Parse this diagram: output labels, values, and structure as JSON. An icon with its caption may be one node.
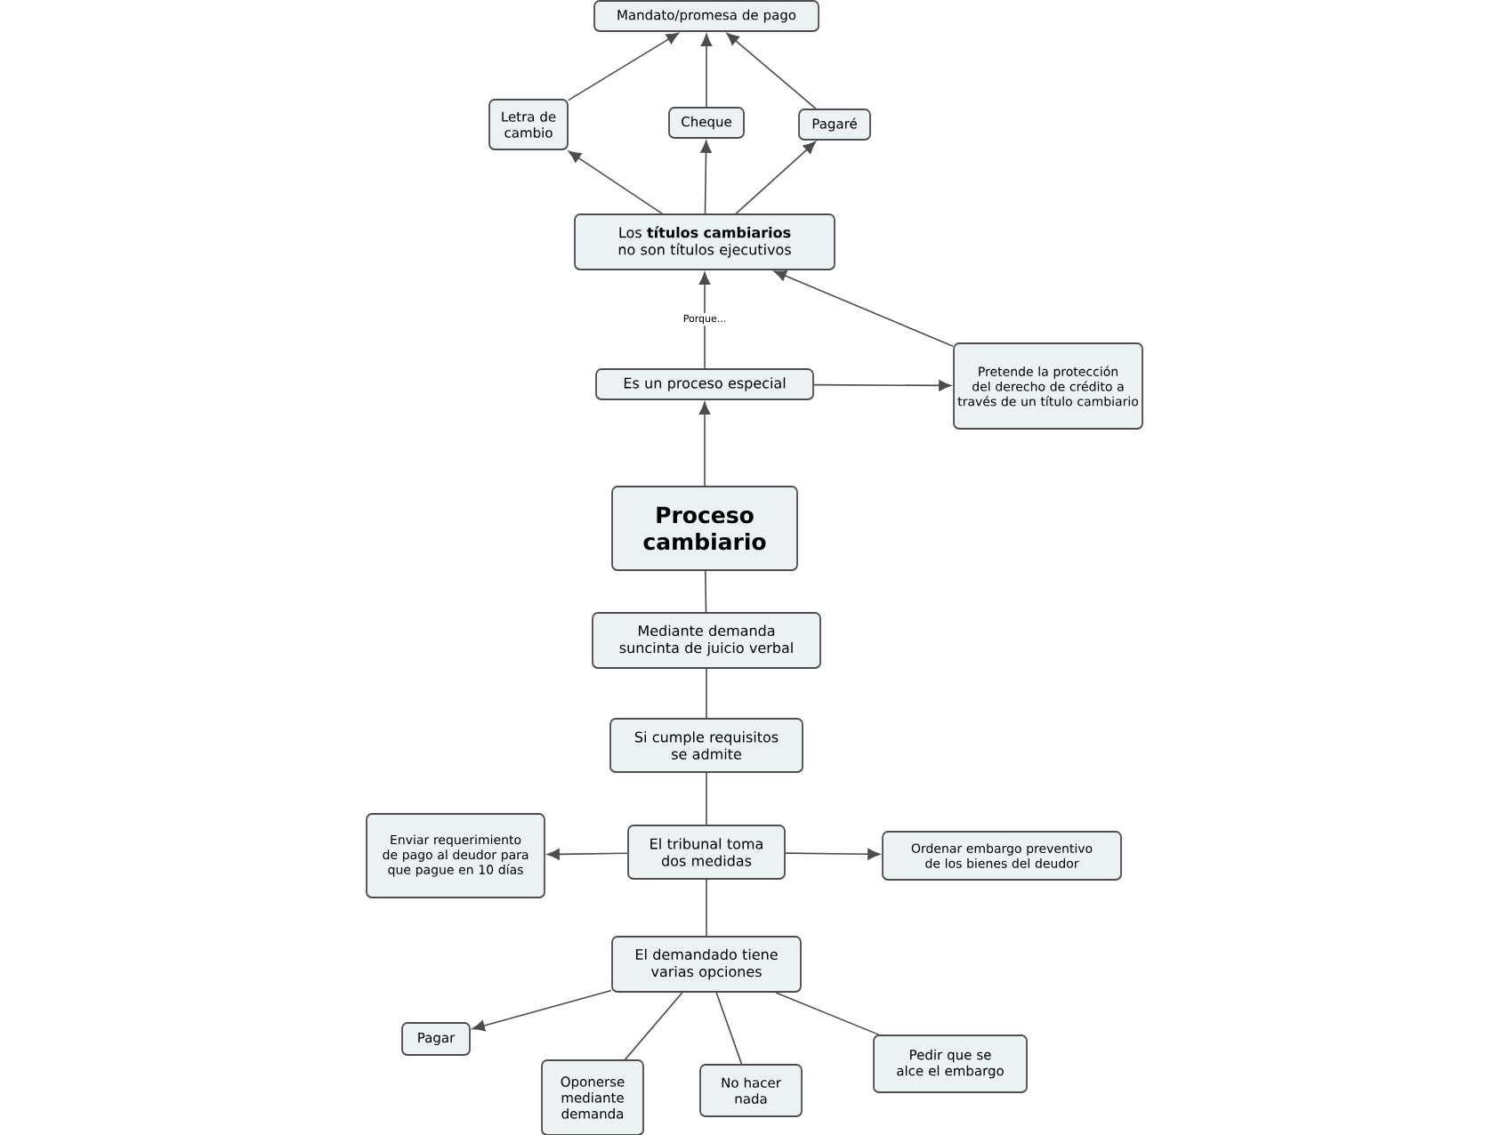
{
  "diagram": {
    "nodes": [
      {
        "text": [
          "Mandato/promesa de pago"
        ]
      },
      {
        "text": [
          "Letra de cambio"
        ]
      },
      {
        "text": [
          "Cheque"
        ]
      },
      {
        "text": [
          "Pagaré"
        ]
      },
      {
        "text": [
          "Los **títulos cambiarios** no son títulos ejecutivos"
        ]
      },
      {
        "text": [
          "Es un proceso especial"
        ]
      },
      {
        "text": [
          "Pretende la protección del derecho de crédito a través de un título cambiario"
        ]
      },
      {
        "text": [
          "Proceso cambiario"
        ]
      },
      {
        "text": [
          "Mediante demanda suncinta de juicio verbal"
        ]
      },
      {
        "text": [
          "Si cumple requisitos se admite"
        ]
      },
      {
        "text": [
          "Enviar requerimiento de pago al deudor para que pague en 10 días"
        ]
      },
      {
        "text": [
          "El tribunal toma dos medidas"
        ]
      },
      {
        "text": [
          "Ordenar embargo preventivo de los bienes del deudor"
        ]
      },
      {
        "text": [
          "El demandado tiene varias opciones"
        ]
      },
      {
        "text": [
          "Pagar"
        ]
      },
      {
        "text": [
          "Oponerse mediante demanda"
        ]
      },
      {
        "text": [
          "No hacer nada"
        ]
      },
      {
        "text": [
          "Pedir que se alce el embargo"
        ]
      }
    ],
    "edges": [
      {
        "from": 1,
        "to": 0,
        "arrow": "to"
      },
      {
        "from": 2,
        "to": 0,
        "arrow": "to"
      },
      {
        "from": 3,
        "to": 0,
        "arrow": "to"
      },
      {
        "from": 4,
        "to": 1,
        "arrow": "to"
      },
      {
        "from": 4,
        "to": 2,
        "arrow": "to"
      },
      {
        "from": 4,
        "to": 3,
        "arrow": "to"
      },
      {
        "from": 5,
        "to": 4,
        "arrow": "to",
        "label": "Porque..."
      },
      {
        "from": 6,
        "to": 4,
        "arrow": "to"
      },
      {
        "from": 5,
        "to": 6,
        "arrow": "to"
      },
      {
        "from": 7,
        "to": 5,
        "arrow": "to"
      },
      {
        "from": 7,
        "to": 8,
        "arrow": "none"
      },
      {
        "from": 8,
        "to": 9,
        "arrow": "none"
      },
      {
        "from": 9,
        "to": 11,
        "arrow": "none"
      },
      {
        "from": 11,
        "to": 10,
        "arrow": "to"
      },
      {
        "from": 11,
        "to": 12,
        "arrow": "to"
      },
      {
        "from": 11,
        "to": 13,
        "arrow": "none"
      },
      {
        "from": 13,
        "to": 14,
        "arrow": "to"
      },
      {
        "from": 13,
        "to": 15,
        "arrow": "none"
      },
      {
        "from": 13,
        "to": 16,
        "arrow": "none"
      },
      {
        "from": 13,
        "to": 17,
        "arrow": "none"
      }
    ]
  }
}
